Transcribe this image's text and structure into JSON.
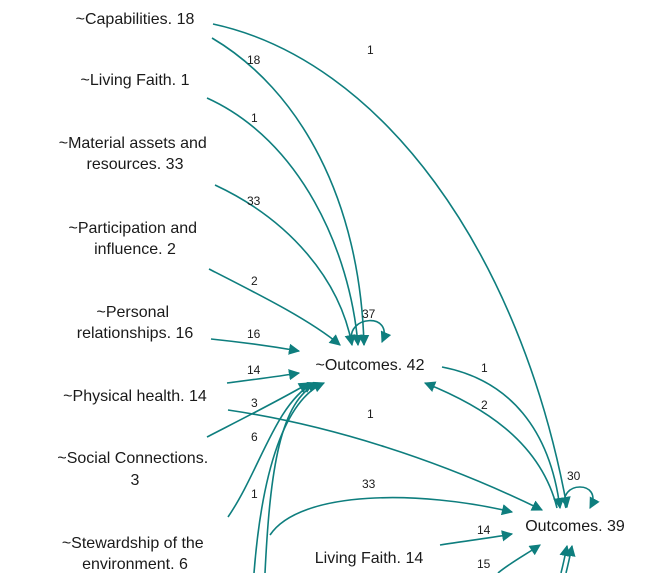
{
  "nodes": {
    "capabilities": [
      "~Capabilities. 18"
    ],
    "living_faith_neg": [
      "~Living Faith. 1"
    ],
    "material_assets": [
      "~Material assets and",
      "resources. 33"
    ],
    "participation": [
      "~Participation and",
      "influence. 2"
    ],
    "personal_relationships": [
      "~Personal",
      "relationships. 16"
    ],
    "physical_health": [
      "~Physical health. 14"
    ],
    "social_connections": [
      "~Social Connections.",
      "3"
    ],
    "stewardship": [
      "~Stewardship of the",
      "environment. 6"
    ],
    "outcomes_neg": [
      "~Outcomes. 42"
    ],
    "outcomes": [
      "Outcomes. 39"
    ],
    "living_faith": [
      "Living Faith. 14"
    ]
  },
  "edge_labels": {
    "cap_to_outcomes": "1",
    "cap_to_outcomes_neg": "18",
    "living_faith_neg_to_outcomes_neg": "1",
    "material_to_outcomes_neg": "33",
    "participation_to_outcomes_neg": "2",
    "outcomes_neg_self_loop": "37",
    "relationships_to_outcomes_neg": "16",
    "physical_to_outcomes_neg": "14",
    "social_to_outcomes_neg": "3",
    "stewardship_to_outcomes_neg_a": "6",
    "stewardship_to_outcomes_neg_b": "1",
    "outcomes_neg_to_outcomes": "1",
    "outcomes_to_outcomes_neg": "2",
    "physical_to_outcomes": "1",
    "outcomes_self_loop": "30",
    "material_to_outcomes": "33",
    "living_faith_to_outcomes": "14",
    "relationships_to_outcomes": "15"
  },
  "colors": {
    "edge": "#0e7e7e",
    "text": "#1a1a1a",
    "background": "#ffffff"
  }
}
